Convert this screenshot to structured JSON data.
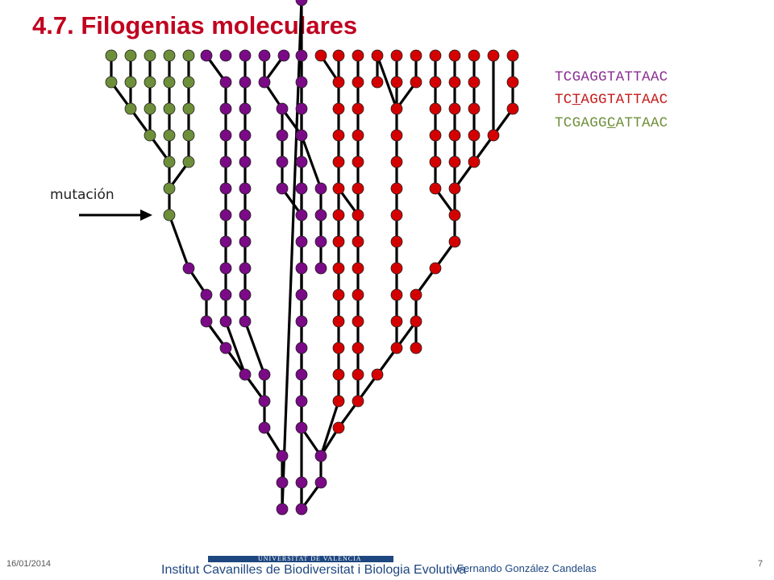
{
  "title": "4.7. Filogenias moleculares",
  "colors": {
    "title": "#c0001f",
    "green": "#6e8f3a",
    "purple": "#7a0a86",
    "red": "#d40000",
    "line": "#000000",
    "footer_blue": "#1e4780"
  },
  "sequences": [
    {
      "pre": "TCGAGGTATTAAC",
      "mut": "",
      "post": "",
      "color": "#8a2f92"
    },
    {
      "pre": "TC",
      "mut": "T",
      "post": "AGGTATTAAC",
      "color": "#c41a1a"
    },
    {
      "pre": "TCGAGG",
      "mut": "C",
      "post": "ATTAAC",
      "color": "#6e8f3a"
    }
  ],
  "annotation": {
    "label": "mutación",
    "icon": "arrow-right-icon"
  },
  "footer": {
    "date": "16/01/2014",
    "university": "UNIVERSITAT DE VALÈNCIA",
    "institute": "Institut Cavanilles de Biodiversitat i Biologia Evolutiva",
    "author": "Fernando González Candelas",
    "page": "7"
  }
}
